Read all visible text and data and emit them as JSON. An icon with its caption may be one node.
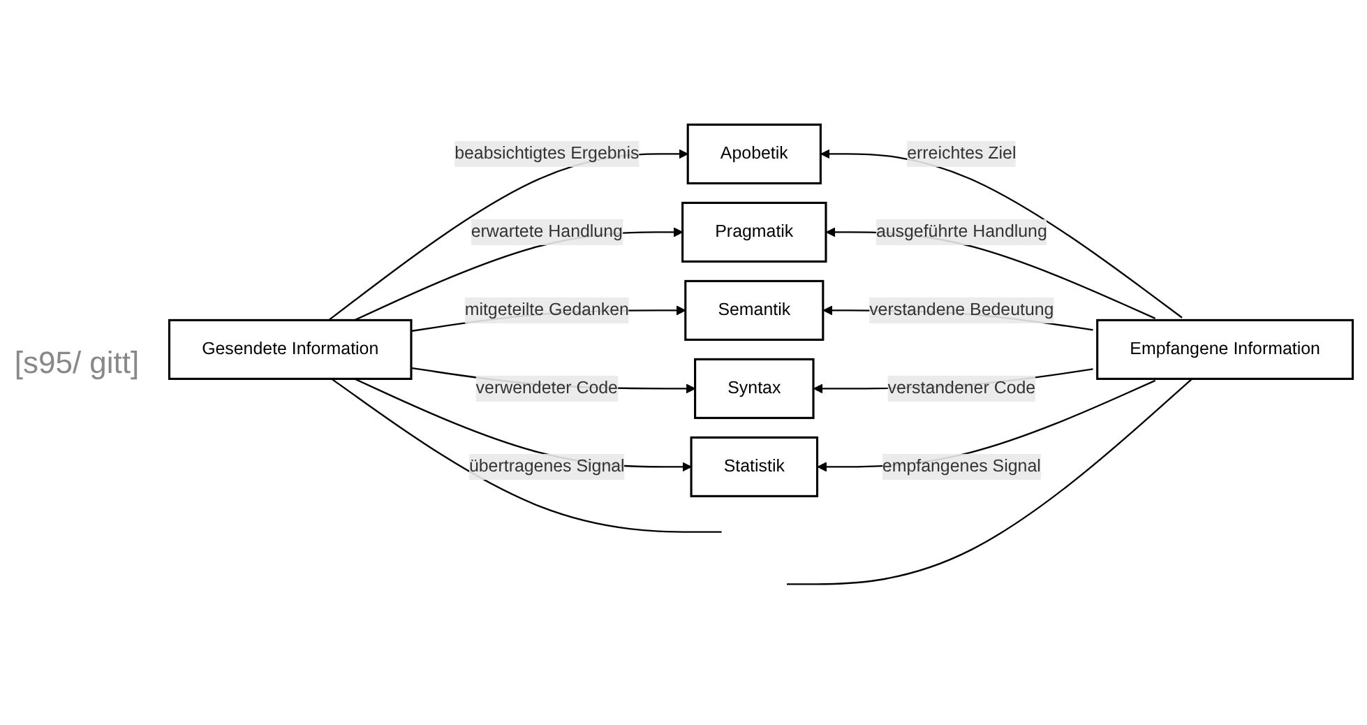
{
  "diagram": {
    "nodes": [
      {
        "text": [
          "Gesendete Information"
        ]
      },
      {
        "text": [
          "Apobetik"
        ]
      },
      {
        "text": [
          "Pragmatik"
        ]
      },
      {
        "text": [
          "Semantik"
        ]
      },
      {
        "text": [
          "Syntax"
        ]
      },
      {
        "text": [
          "Statistik"
        ]
      },
      {
        "text": [
          "Empfangene Information"
        ]
      }
    ],
    "edges": [
      {
        "from": 0,
        "to": 1,
        "arrow": "to",
        "label": "beabsichtigtes Ergebnis"
      },
      {
        "from": 6,
        "to": 1,
        "arrow": "to",
        "label": "erreichtes Ziel"
      },
      {
        "from": 0,
        "to": 2,
        "arrow": "to",
        "label": "erwartete Handlung"
      },
      {
        "from": 6,
        "to": 2,
        "arrow": "to",
        "label": "ausgeführte Handlung"
      },
      {
        "from": 0,
        "to": 3,
        "arrow": "to",
        "label": "mitgeteilte Gedanken"
      },
      {
        "from": 6,
        "to": 3,
        "arrow": "to",
        "label": "verstandene Bedeutung"
      },
      {
        "from": 0,
        "to": 4,
        "arrow": "to",
        "label": "verwendeter Code"
      },
      {
        "from": 6,
        "to": 4,
        "arrow": "to",
        "label": "verstandener Code"
      },
      {
        "from": 0,
        "to": 5,
        "arrow": "to",
        "label": "übertragenes Signal"
      },
      {
        "from": 6,
        "to": 5,
        "arrow": "to",
        "label": "empfangenes Signal"
      },
      {
        "from": 0,
        "to": null,
        "arrow": "none"
      },
      {
        "from": 6,
        "to": null,
        "arrow": "none"
      }
    ],
    "labels": [
      "[s95/ gitt]"
    ]
  }
}
